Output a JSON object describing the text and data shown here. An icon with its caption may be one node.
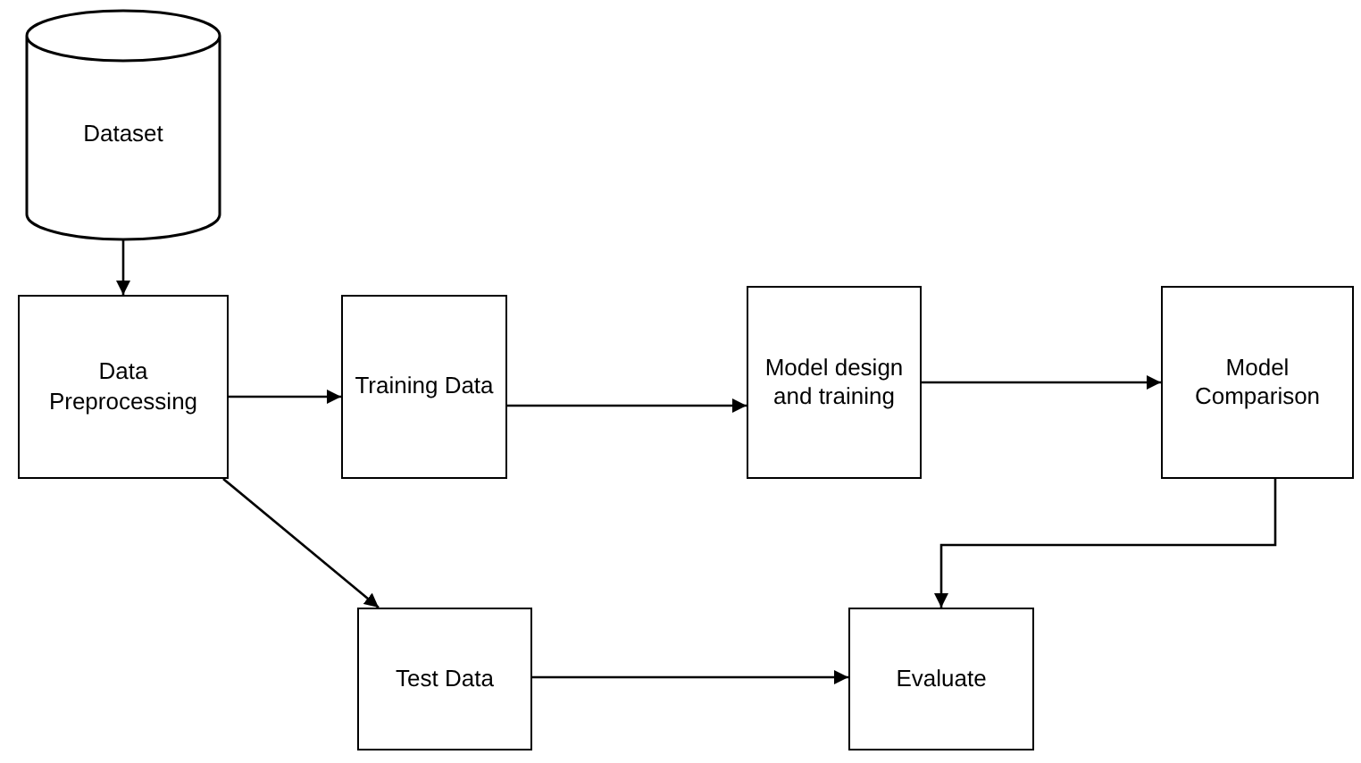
{
  "diagram": {
    "nodes": [
      {
        "text": [
          "Dataset"
        ]
      },
      {
        "text": [
          "Data Preprocessing"
        ]
      },
      {
        "text": [
          "Training Data"
        ]
      },
      {
        "text": [
          "Model design and training"
        ]
      },
      {
        "text": [
          "Model Comparison"
        ]
      },
      {
        "text": [
          "Test Data"
        ]
      },
      {
        "text": [
          "Evaluate"
        ]
      }
    ],
    "edges": [
      {
        "from": 0,
        "to": 1,
        "arrow": "to"
      },
      {
        "from": 1,
        "to": 2,
        "arrow": "to"
      },
      {
        "from": 1,
        "to": 5,
        "arrow": "to"
      },
      {
        "from": 2,
        "to": 3,
        "arrow": "to"
      },
      {
        "from": 3,
        "to": 4,
        "arrow": "to"
      },
      {
        "from": 4,
        "to": 6,
        "arrow": "to"
      },
      {
        "from": 5,
        "to": 6,
        "arrow": "to"
      }
    ]
  }
}
